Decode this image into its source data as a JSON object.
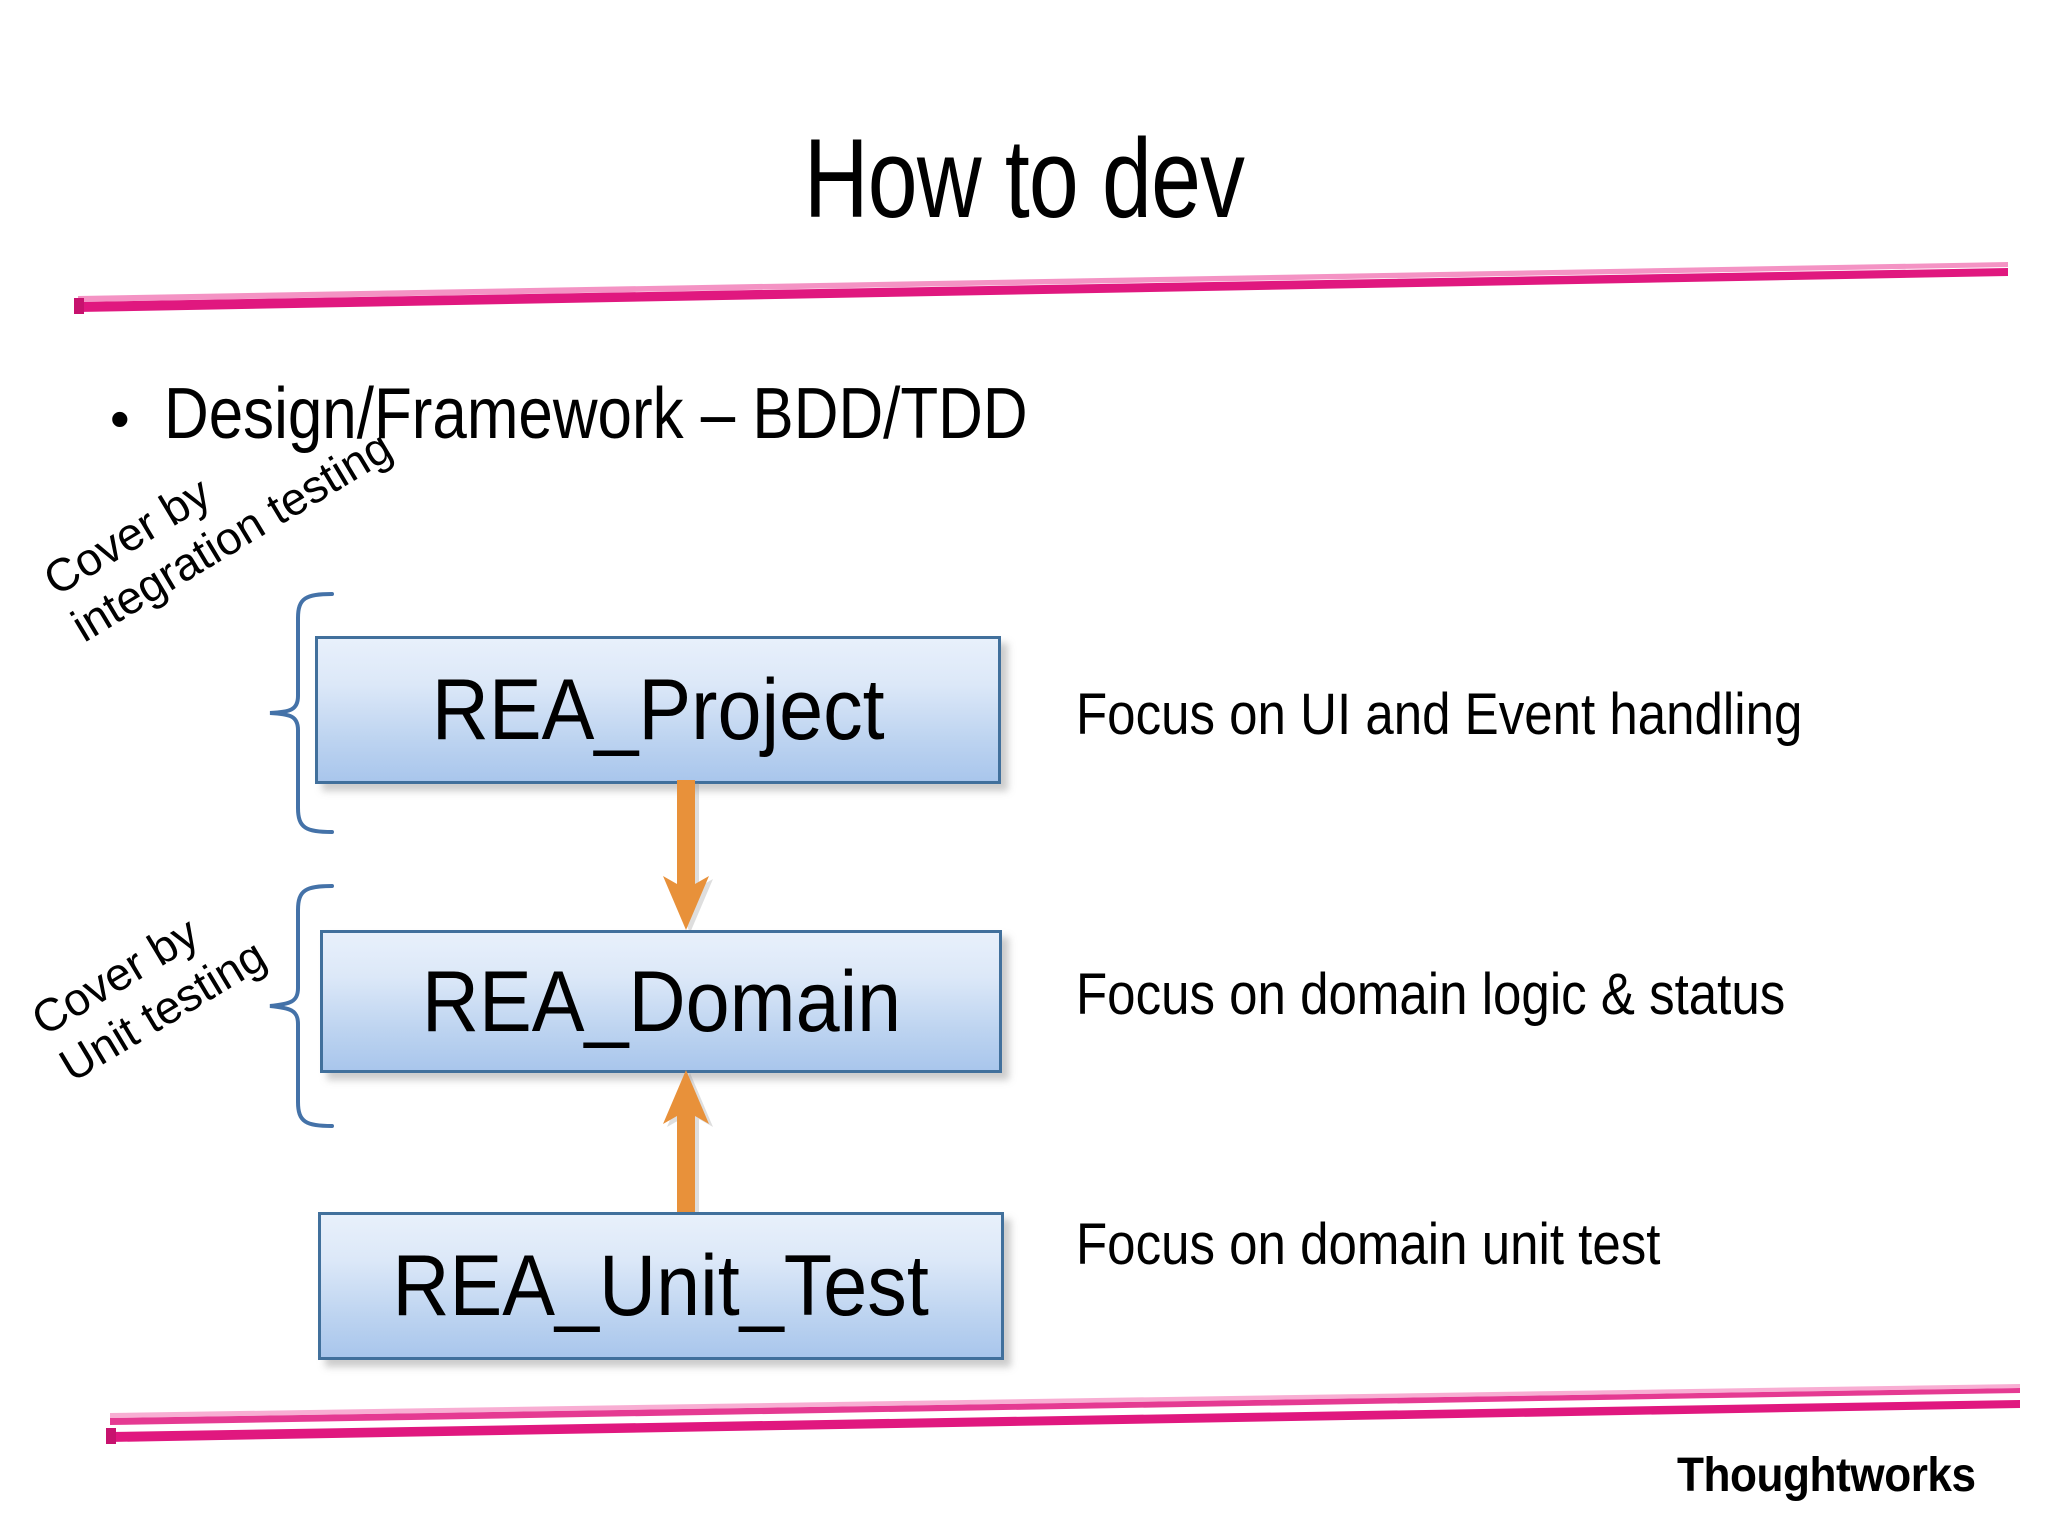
{
  "slide": {
    "title": "How to dev",
    "bullet_marker": "•",
    "bullet_text": "Design/Framework – BDD/TDD",
    "background_color": "#FFFFFF"
  },
  "accents": {
    "rule_color": "#E0187F",
    "box_border_color": "#41709C",
    "box_fill_top": "#E8F0FB",
    "box_fill_bottom": "#A9C6EC",
    "arrow_color": "#E8913A",
    "brace_color": "#4472A8",
    "text_color": "#000000"
  },
  "diagram": {
    "nodes": [
      {
        "id": "rea-project",
        "label": "REA_Project",
        "description": "Focus on UI and Event handling"
      },
      {
        "id": "rea-domain",
        "label": "REA_Domain",
        "description": "Focus on domain logic & status"
      },
      {
        "id": "rea-unit-test",
        "label": "REA_Unit_Test",
        "description": "Focus on domain unit test"
      }
    ],
    "arrows": [
      {
        "id": "project-to-domain",
        "direction": "down",
        "from": "REA_Project",
        "to": "REA_Domain"
      },
      {
        "id": "unit-test-to-domain",
        "direction": "up",
        "from": "REA_Unit_Test",
        "to": "REA_Domain"
      }
    ],
    "coverage_groups": [
      {
        "id": "integration",
        "label": "Cover by\nintegration testing",
        "covers": [
          "REA_Project"
        ]
      },
      {
        "id": "unit",
        "label": "Cover by\nUnit testing",
        "covers": [
          "REA_Domain"
        ]
      }
    ]
  },
  "footer": {
    "brand": "Thoughtworks"
  }
}
